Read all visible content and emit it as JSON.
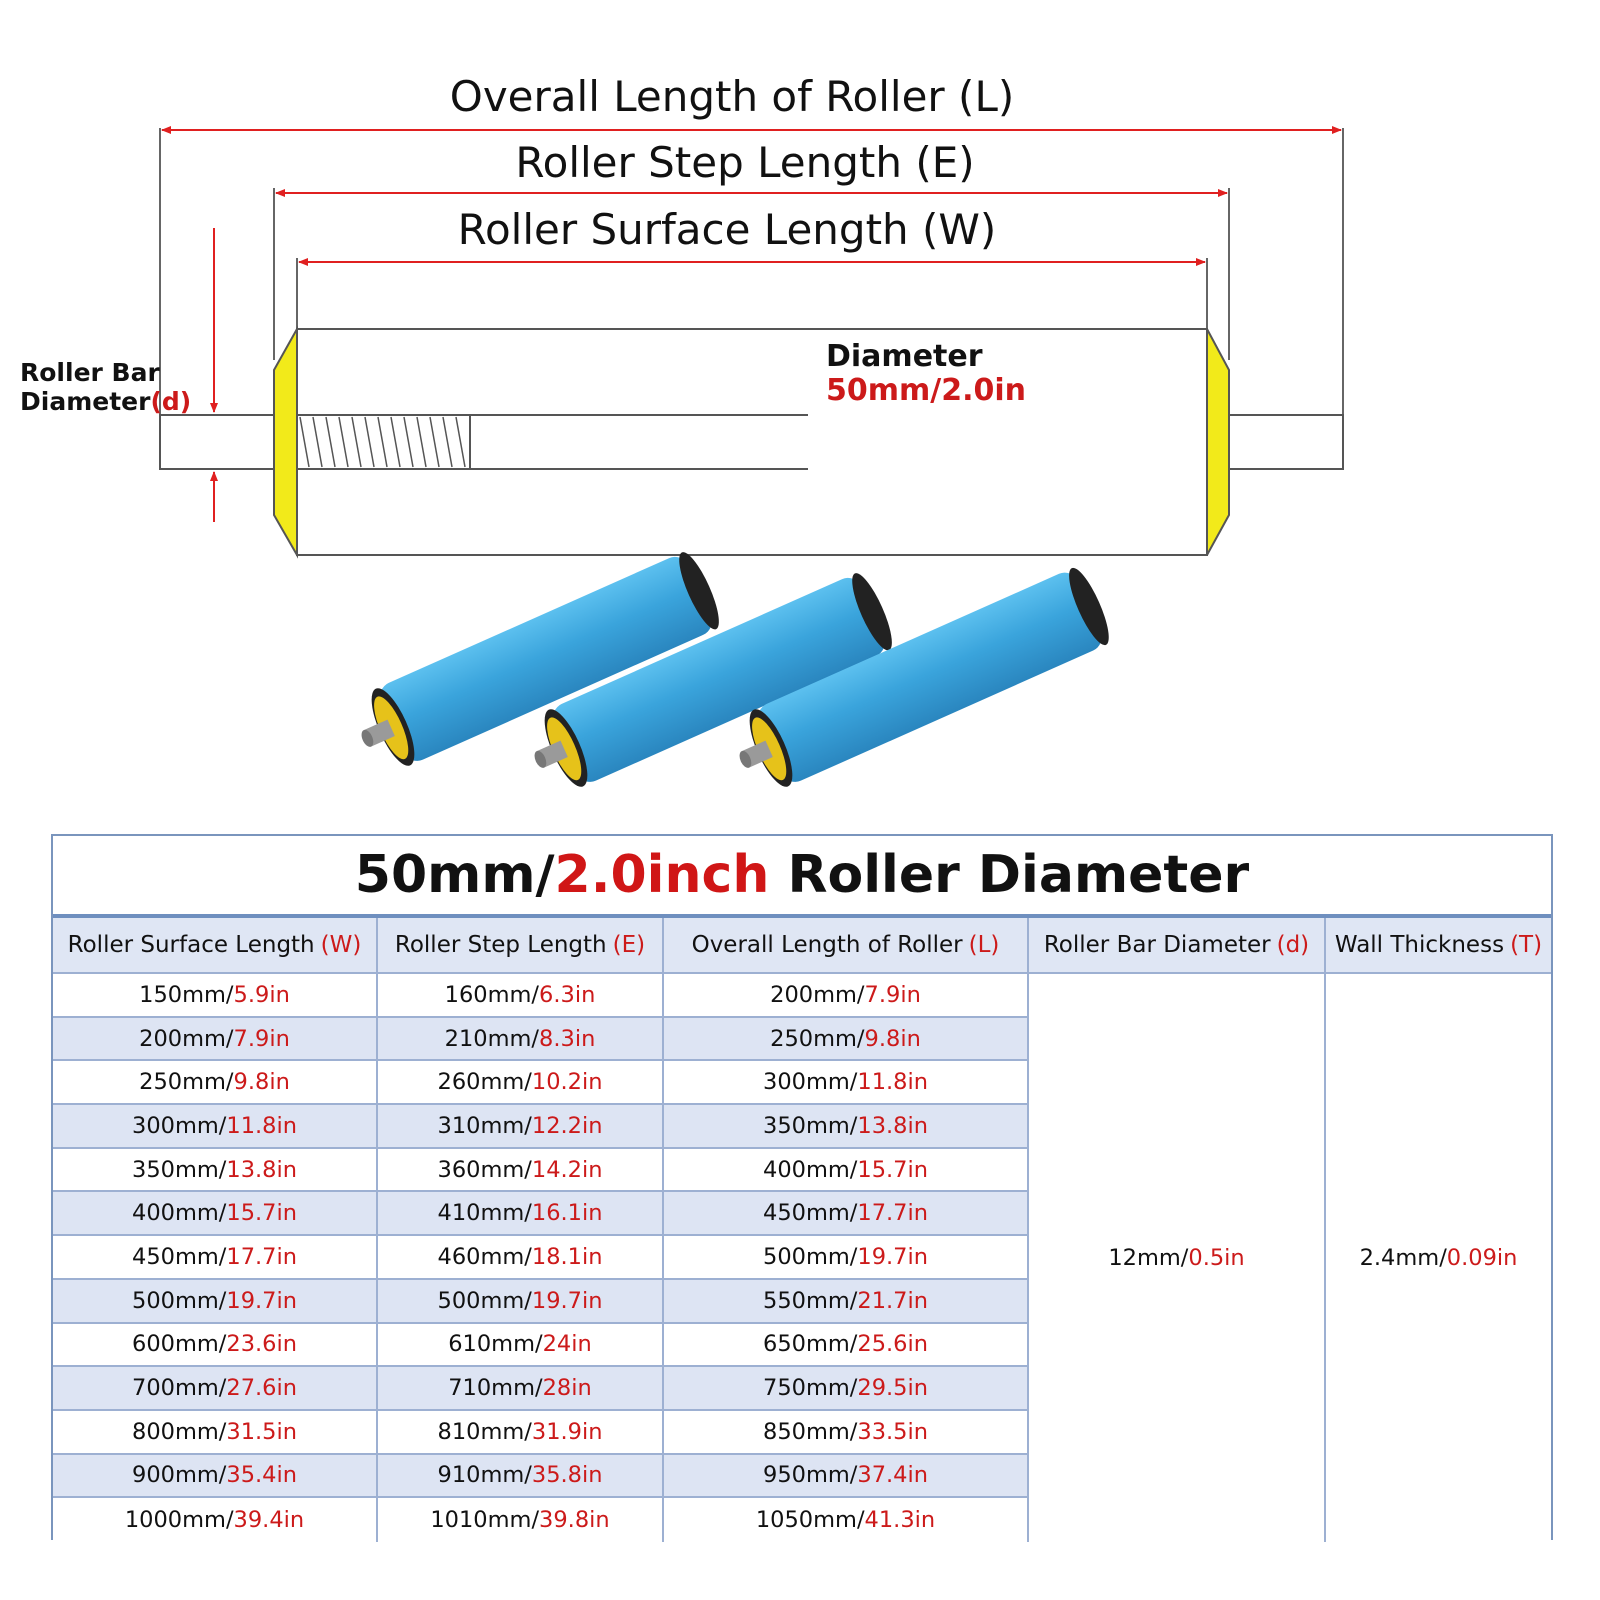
{
  "diagram": {
    "overall_label": "Overall Length of Roller (L)",
    "step_label": "Roller Step Length (E)",
    "surface_label": "Roller Surface Length (W)",
    "bar_diameter_label_line1": "Roller Bar",
    "bar_diameter_label_line2": "Diameter",
    "bar_diameter_symbol": "(d)",
    "diameter_label": "Diameter",
    "diameter_value": "50mm/2.0in"
  },
  "colors": {
    "arrow_red": "#e02020",
    "end_cap_yellow": "#f2ea1a",
    "roller_blue": "#3aa4dc",
    "table_border": "#7a95bd",
    "row_alt": "#dde4f3"
  },
  "table": {
    "title_mm": "50mm/",
    "title_in": "2.0inch",
    "title_rest": " Roller Diameter",
    "headers": [
      {
        "text": "Roller Surface Length",
        "sym": "(W)"
      },
      {
        "text": "Roller Step Length",
        "sym": "(E)"
      },
      {
        "text": "Overall Length of Roller",
        "sym": "(L)"
      },
      {
        "text": "Roller Bar Diameter",
        "sym": "(d)"
      },
      {
        "text": "Wall Thickness",
        "sym": "(T)"
      }
    ],
    "rows": [
      [
        [
          "150mm/",
          "5.9in"
        ],
        [
          "160mm/",
          "6.3in"
        ],
        [
          "200mm/",
          "7.9in"
        ]
      ],
      [
        [
          "200mm/",
          "7.9in"
        ],
        [
          "210mm/",
          "8.3in"
        ],
        [
          "250mm/",
          "9.8in"
        ]
      ],
      [
        [
          "250mm/",
          "9.8in"
        ],
        [
          "260mm/",
          "10.2in"
        ],
        [
          "300mm/",
          "11.8in"
        ]
      ],
      [
        [
          "300mm/",
          "11.8in"
        ],
        [
          "310mm/",
          "12.2in"
        ],
        [
          "350mm/",
          "13.8in"
        ]
      ],
      [
        [
          "350mm/",
          "13.8in"
        ],
        [
          "360mm/",
          "14.2in"
        ],
        [
          "400mm/",
          "15.7in"
        ]
      ],
      [
        [
          "400mm/",
          "15.7in"
        ],
        [
          "410mm/",
          "16.1in"
        ],
        [
          "450mm/",
          "17.7in"
        ]
      ],
      [
        [
          "450mm/",
          "17.7in"
        ],
        [
          "460mm/",
          "18.1in"
        ],
        [
          "500mm/",
          "19.7in"
        ]
      ],
      [
        [
          "500mm/",
          "19.7in"
        ],
        [
          "500mm/",
          "19.7in"
        ],
        [
          "550mm/",
          "21.7in"
        ]
      ],
      [
        [
          "600mm/",
          "23.6in"
        ],
        [
          "610mm/",
          "24in"
        ],
        [
          "650mm/",
          "25.6in"
        ]
      ],
      [
        [
          "700mm/",
          "27.6in"
        ],
        [
          "710mm/",
          "28in"
        ],
        [
          "750mm/",
          "29.5in"
        ]
      ],
      [
        [
          "800mm/",
          "31.5in"
        ],
        [
          "810mm/",
          "31.9in"
        ],
        [
          "850mm/",
          "33.5in"
        ]
      ],
      [
        [
          "900mm/",
          "35.4in"
        ],
        [
          "910mm/",
          "35.8in"
        ],
        [
          "950mm/",
          "37.4in"
        ]
      ],
      [
        [
          "1000mm/",
          "39.4in"
        ],
        [
          "1010mm/",
          "39.8in"
        ],
        [
          "1050mm/",
          "41.3in"
        ]
      ]
    ],
    "bar_diameter": [
      "12mm/",
      "0.5in"
    ],
    "wall_thickness": [
      "2.4mm/",
      "0.09in"
    ]
  }
}
